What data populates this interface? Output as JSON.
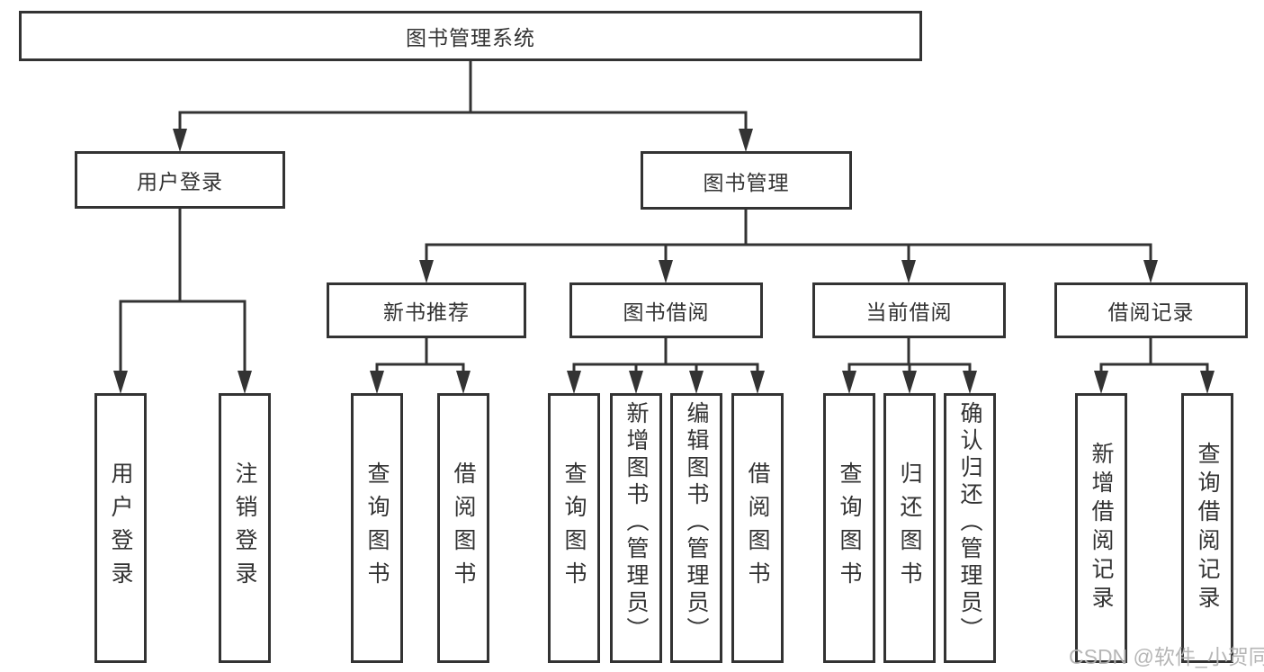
{
  "tree": {
    "root": {
      "label": "图书管理系统"
    },
    "branches": [
      {
        "label": "用户登录",
        "children": [
          {
            "label": "用户登录"
          },
          {
            "label": "注销登录"
          }
        ]
      },
      {
        "label": "图书管理",
        "children": [
          {
            "label": "新书推荐",
            "children": [
              {
                "label": "查询图书"
              },
              {
                "label": "借阅图书"
              }
            ]
          },
          {
            "label": "图书借阅",
            "children": [
              {
                "label": "查询图书"
              },
              {
                "label": "新增图书（管理员）"
              },
              {
                "label": "编辑图书（管理员）"
              },
              {
                "label": "借阅图书"
              }
            ]
          },
          {
            "label": "当前借阅",
            "children": [
              {
                "label": "查询图书"
              },
              {
                "label": "归还图书"
              },
              {
                "label": "确认归还（管理员）"
              }
            ]
          },
          {
            "label": "借阅记录",
            "children": [
              {
                "label": "新增借阅记录"
              },
              {
                "label": "查询借阅记录"
              }
            ]
          }
        ]
      }
    ]
  },
  "watermark": "CSDN @软件_小贺同学",
  "colors": {
    "line": "#333333",
    "text": "#333333",
    "watermark": "#b3b3b3",
    "background": "#ffffff"
  }
}
